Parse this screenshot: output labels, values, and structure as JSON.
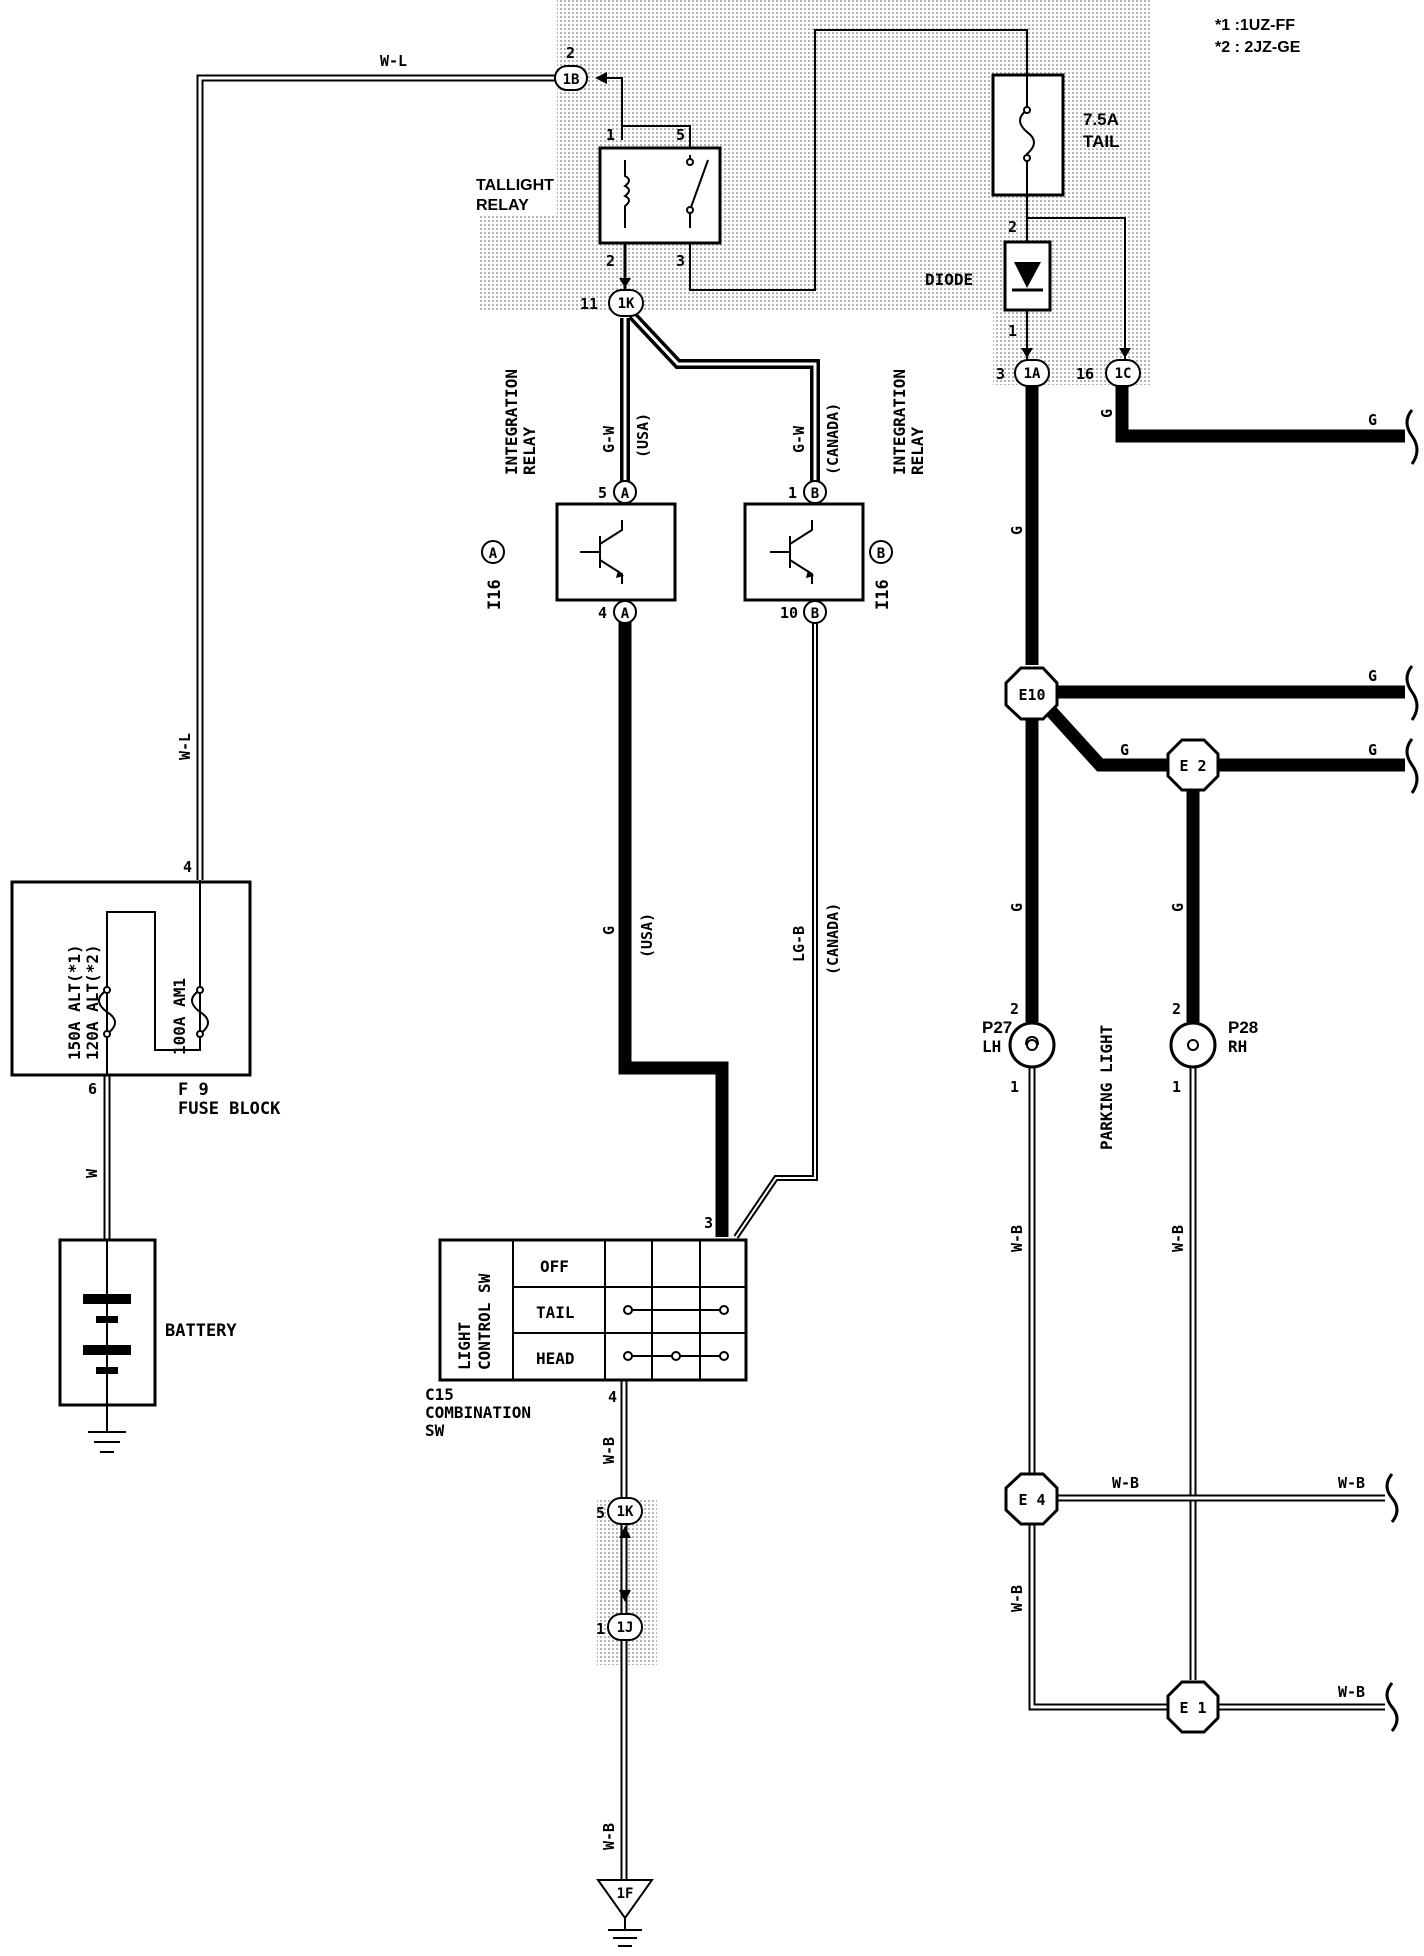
{
  "notes": {
    "n1": "*1 :1UZ-FF",
    "n2": "*2 : 2JZ-GE"
  },
  "components": {
    "fuse_tail": {
      "amp": "7.5A",
      "name": "TAIL"
    },
    "diode": "DIODE",
    "taillight_relay": {
      "l1": "TALLIGHT",
      "l2": "RELAY"
    },
    "relay_a": {
      "ref": "I16",
      "conn": "A",
      "l1": "INTEGRATION",
      "l2": "RELAY"
    },
    "relay_b": {
      "ref": "I16",
      "conn": "B",
      "l1": "INTEGRATION",
      "l2": "RELAY"
    },
    "fuse_block": {
      "ref": "F 9",
      "name": "FUSE BLOCK",
      "f1": "150A ALT(*1)",
      "f2": "120A ALT(*2)",
      "f3": "100A AM1"
    },
    "battery": "BATTERY",
    "switch": {
      "ref": "C15",
      "l1": "COMBINATION",
      "l2": "SW",
      "title1": "LIGHT",
      "title2": "CONTROL SW",
      "rows": [
        "OFF",
        "TAIL",
        "HEAD"
      ]
    },
    "parking": {
      "title": "PARKING LIGHT",
      "lh_ref": "P27",
      "lh": "LH",
      "rh_ref": "P28",
      "rh": "RH"
    }
  },
  "connectors": {
    "c1b": "1B",
    "c1k_top": "1K",
    "c1a": "1A",
    "c1c": "1C",
    "ca_top": "A",
    "ca_bot": "A",
    "cb_top": "B",
    "cb_bot": "B",
    "c1k_bot": "1K",
    "c1j": "1J",
    "c1f": "1F"
  },
  "splices": {
    "e10": "E10",
    "e2": "E 2",
    "e4": "E 4",
    "e1": "E 1"
  },
  "wires": {
    "wl": "W-L",
    "w": "W",
    "gw": "G-W",
    "g": "G",
    "lgb": "LG-B",
    "wb": "W-B",
    "usa": "(USA)",
    "canada": "(CANADA)"
  },
  "pins": {
    "p2": "2",
    "p1": "1",
    "p5": "5",
    "p3": "3",
    "p11": "11",
    "p4": "4",
    "p6": "6",
    "p10": "10",
    "p16": "16"
  }
}
